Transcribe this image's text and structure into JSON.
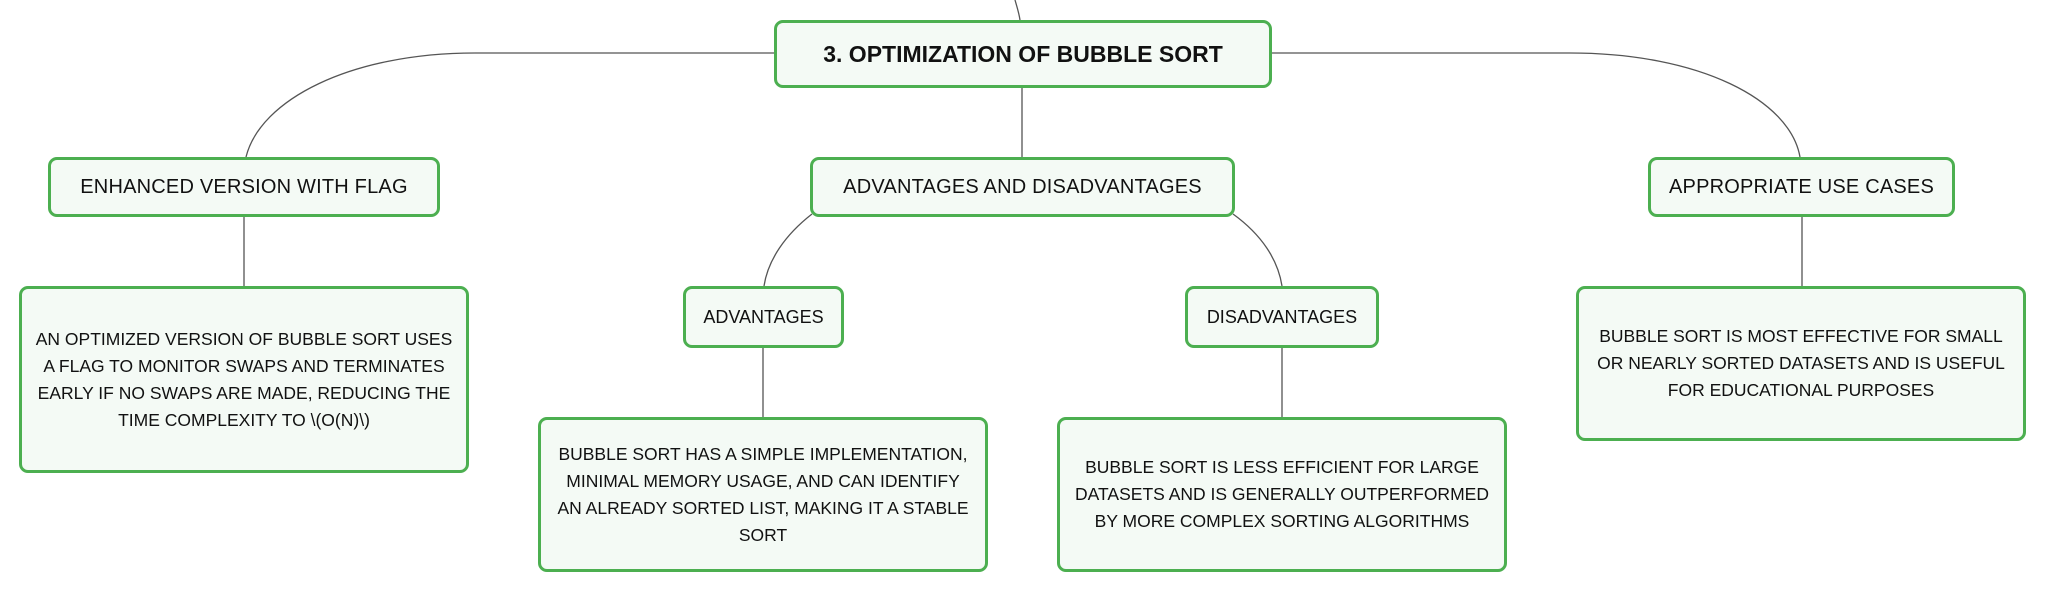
{
  "mindmap": {
    "root": {
      "label": "3. OPTIMIZATION OF BUBBLE SORT"
    },
    "branches": [
      {
        "label": "ENHANCED VERSION WITH FLAG",
        "detail": "AN OPTIMIZED VERSION OF BUBBLE SORT USES A FLAG TO MONITOR SWAPS AND TERMINATES EARLY IF NO SWAPS ARE MADE, REDUCING THE TIME COMPLEXITY TO \\(O(N)\\)"
      },
      {
        "label": "ADVANTAGES AND DISADVANTAGES",
        "children": [
          {
            "label": "ADVANTAGES",
            "detail": "BUBBLE SORT HAS A SIMPLE IMPLEMENTATION, MINIMAL MEMORY USAGE, AND CAN IDENTIFY AN ALREADY SORTED LIST, MAKING IT A STABLE SORT"
          },
          {
            "label": "DISADVANTAGES",
            "detail": "BUBBLE SORT IS LESS EFFICIENT FOR LARGE DATASETS AND IS GENERALLY OUTPERFORMED BY MORE COMPLEX SORTING ALGORITHMS"
          }
        ]
      },
      {
        "label": "APPROPRIATE USE CASES",
        "detail": "BUBBLE SORT IS MOST EFFECTIVE FOR SMALL OR NEARLY SORTED DATASETS AND IS USEFUL FOR EDUCATIONAL PURPOSES"
      }
    ],
    "colors": {
      "node_border": "#4caf50",
      "node_fill": "#f4faf5",
      "connector": "#555555"
    }
  }
}
